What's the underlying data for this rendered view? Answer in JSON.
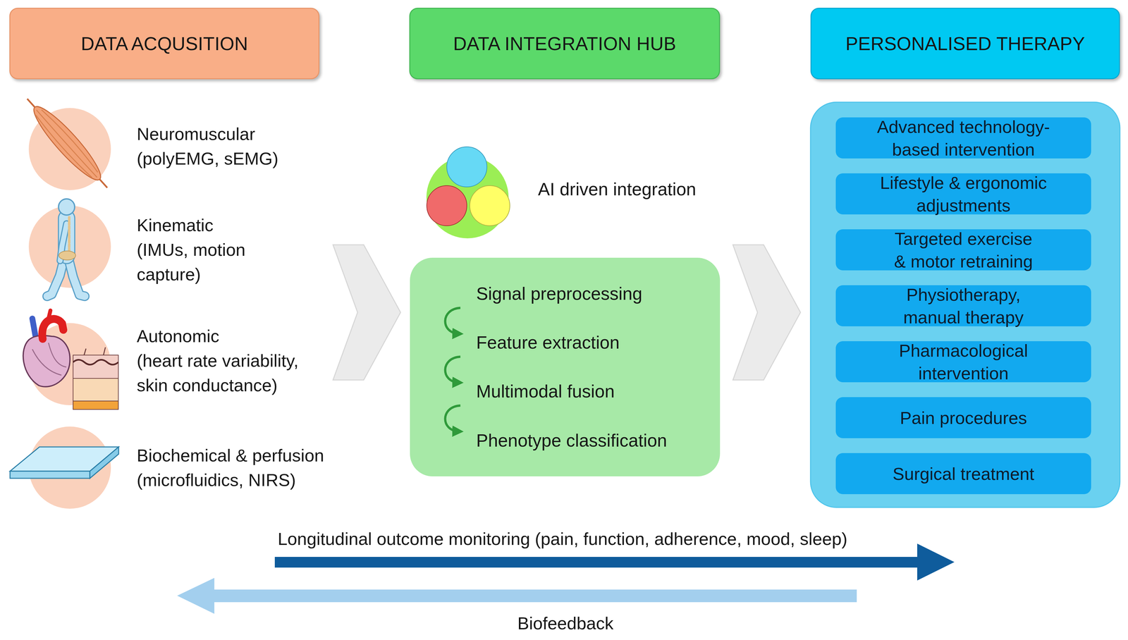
{
  "diagram": {
    "nodes": [
      {
        "text": [
          "DATA ACQUSITION"
        ]
      },
      {
        "text": [
          "DATA INTEGRATION HUB"
        ]
      },
      {
        "text": [
          "PERSONALISED THERAPY"
        ]
      },
      {
        "text": [
          "Neuromuscular",
          "(polyEMG, sEMG)"
        ]
      },
      {
        "text": [
          "Kinematic",
          "(IMUs, motion capture)"
        ]
      },
      {
        "text": [
          "Autonomic",
          "(heart rate variability, skin conductance)"
        ]
      },
      {
        "text": [
          "Biochemical & perfusion",
          "(microfluidics, NIRS)"
        ]
      },
      {
        "text": [
          "Signal preprocessing",
          "Feature extraction",
          "Multimodal fusion",
          "Phenotype classification"
        ]
      },
      {
        "text": [
          "Advanced technology-based intervention"
        ]
      },
      {
        "text": [
          "Lifestyle & ergonomic adjustments"
        ]
      },
      {
        "text": [
          "Targeted exercise & motor retraining"
        ]
      },
      {
        "text": [
          "Physiotherapy, manual therapy"
        ]
      },
      {
        "text": [
          "Pharmacological intervention"
        ]
      },
      {
        "text": [
          "Pain procedures"
        ]
      },
      {
        "text": [
          "Surgical treatment"
        ]
      }
    ],
    "labels": [
      "AI driven integration",
      "Longitudinal outcome monitoring (pain, function, adherence, mood, sleep)",
      "Biofeedback"
    ]
  }
}
